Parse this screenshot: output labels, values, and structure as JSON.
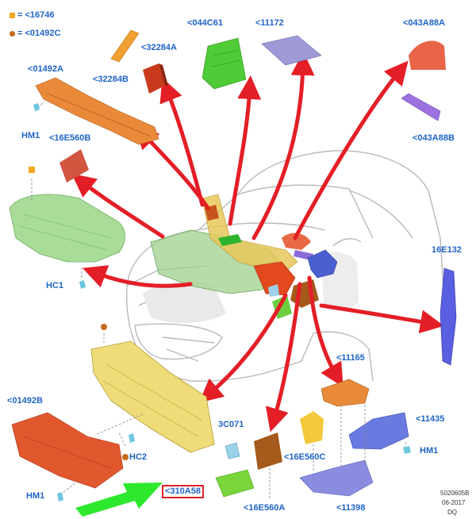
{
  "legend": [
    {
      "symbol": "square",
      "color": "#f5a623",
      "text": "= <16746"
    },
    {
      "symbol": "circle",
      "color": "#c8691c",
      "text": "= <01492C"
    }
  ],
  "labels": {
    "l_32284B": "<32284B",
    "l_32284A": "<32284A",
    "l_044C61": "<044C61",
    "l_11172": "<11172",
    "l_043A88A": "<043A88A",
    "l_043A88B": "<043A88B",
    "l_01492A": "<01492A",
    "l_HM1_top": "HM1",
    "l_16E560B": "<16E560B",
    "l_HC1": "HC1",
    "l_16E132": "16E132",
    "l_01492B": "<01492B",
    "l_HC2": "HC2",
    "l_3C071": "3C071",
    "l_11165": "<11165",
    "l_11435": "<11435",
    "l_HM1_right": "HM1",
    "l_16E560C": "<16E560C",
    "l_16E560A": "<16E560A",
    "l_11398": "<11398",
    "l_HM1_bottom": "HM1",
    "l_310A58": "<310A58"
  },
  "footer": {
    "code": "5020605B",
    "date": "06-2017",
    "initials": "DQ"
  },
  "colors": {
    "label": "#1f64c8",
    "arrow": "#e41e26",
    "pointer": "#22dd22",
    "highlight_box": "#e41e26"
  }
}
